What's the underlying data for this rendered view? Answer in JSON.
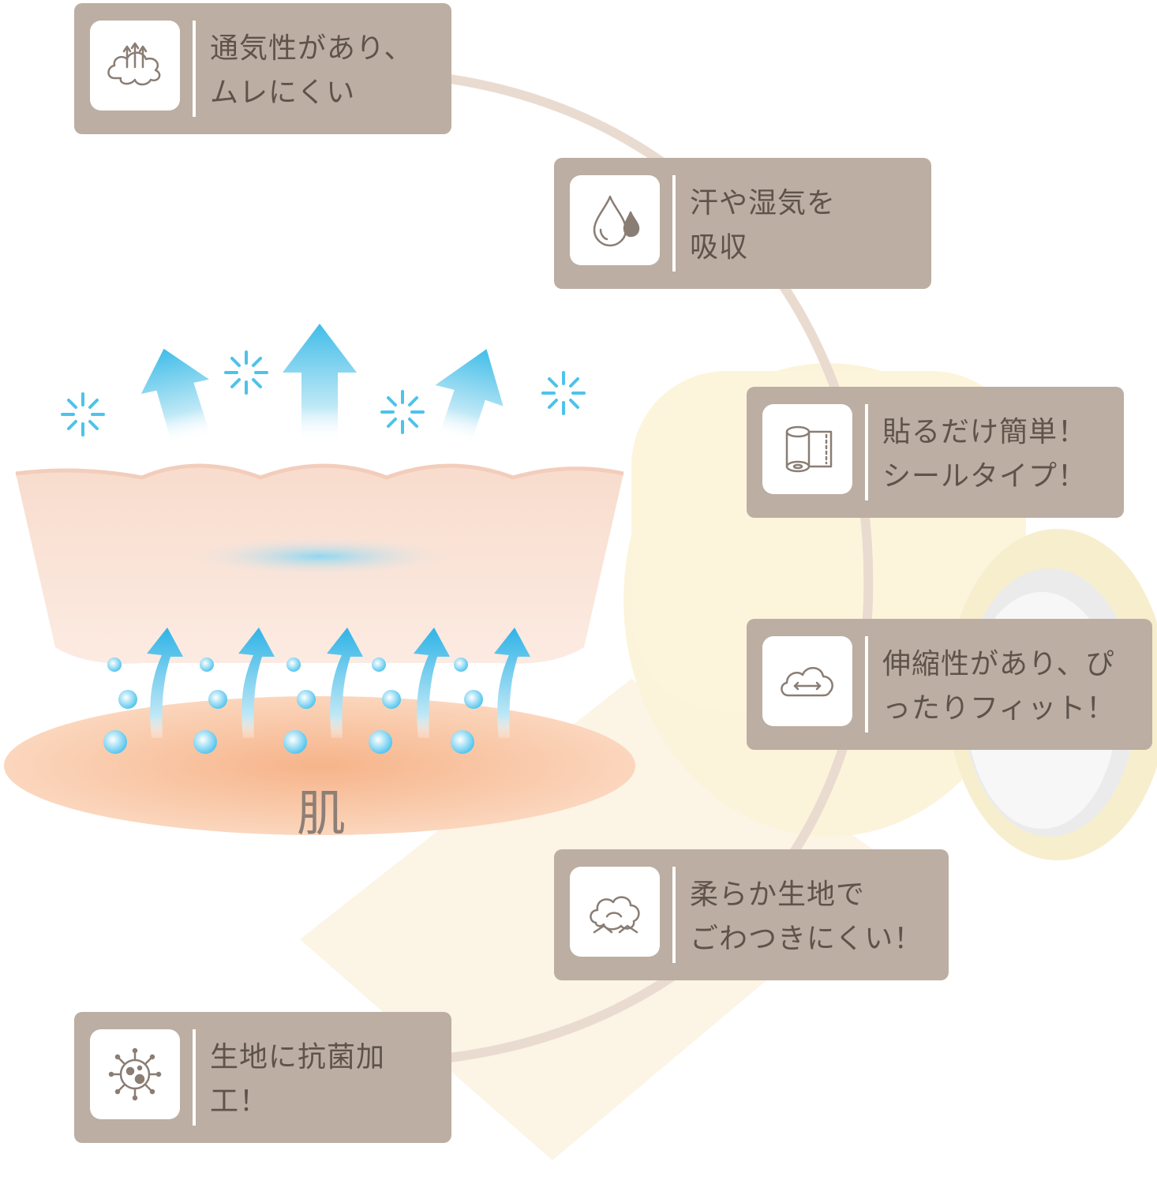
{
  "features": [
    {
      "id": "breathable",
      "icon": "cloud-arrows-icon",
      "text": "通気性があり、\nムレにくい"
    },
    {
      "id": "absorb",
      "icon": "water-drop-icon",
      "text": "汗や湿気を\n吸収"
    },
    {
      "id": "easy-apply",
      "icon": "tape-roll-icon",
      "text": "貼るだけ簡単！\nシールタイプ！"
    },
    {
      "id": "stretch",
      "icon": "stretch-cloud-icon",
      "text": "伸縮性があり、ぴ\nったりフィット！"
    },
    {
      "id": "soft",
      "icon": "soft-cotton-icon",
      "text": "柔らか生地で\nごわつきにくい！"
    },
    {
      "id": "antibacterial",
      "icon": "germ-icon",
      "text": "生地に抗菌加\n工！"
    }
  ],
  "skin_label": "肌",
  "colors": {
    "card_bg": "#bcaea2",
    "card_text": "#5e534b",
    "arrow_blue": "#4cc3ea",
    "skin": "#f6c9a6",
    "fabric": "#fbe6dc",
    "tape": "#fbf3d9",
    "ring": "#eadbd0"
  }
}
